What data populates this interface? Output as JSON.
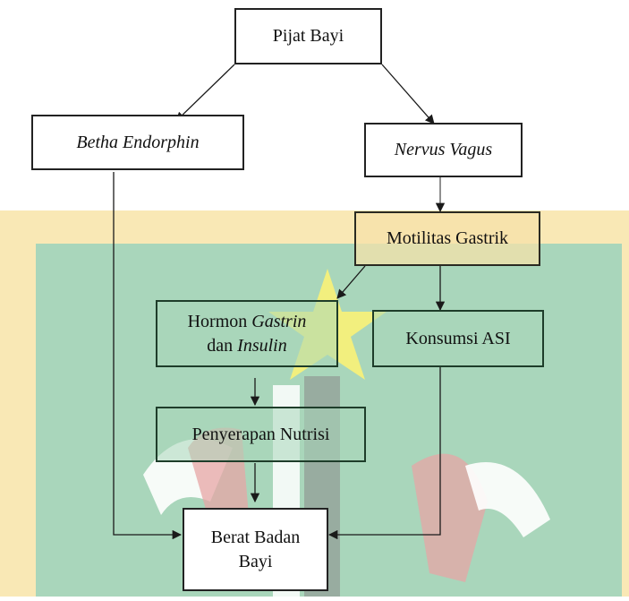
{
  "nodes": {
    "pijat_bayi": "Pijat Bayi",
    "betha_endorphin": "Betha Endorphin",
    "nervus_vagus": "Nervus Vagus",
    "motilitas_gastrik": "Motilitas Gastrik",
    "hormon_line1_a": "Hormon ",
    "hormon_line1_b": "Gastrin",
    "hormon_line2_a": "dan ",
    "hormon_line2_b": "Insulin",
    "konsumsi_asi": "Konsumsi ASI",
    "penyerapan_nutrisi": "Penyerapan Nutrisi",
    "berat_line1": "Berat Badan",
    "berat_line2": "Bayi"
  },
  "colors": {
    "watermark_green": "#a9d6bb",
    "watermark_cream": "#f8e4a8",
    "watermark_star": "#f6f07a",
    "watermark_red": "#e7a6a6",
    "watermark_gray": "#8a8a8a"
  }
}
